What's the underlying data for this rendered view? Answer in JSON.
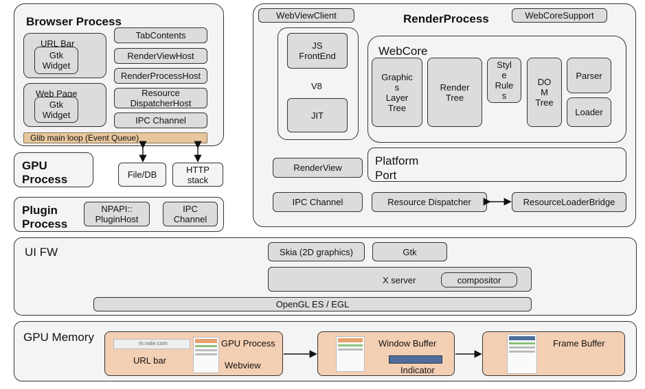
{
  "browser": {
    "title": "Browser Process",
    "url_bar": "URL Bar",
    "url_gtk": "Gtk\nWidget",
    "web_page": "Web Page",
    "web_gtk": "Gtk\nWidget",
    "tab_contents": "TabContents",
    "render_view_host": "RenderViewHost",
    "render_process_host": "RenderProcessHost",
    "resource_dispatcher_host": "Resource\nDispatcherHost",
    "ipc_channel": "IPC Channel",
    "glib_loop": "Glib main loop (Event Queue)"
  },
  "gpu_process": {
    "title": "GPU\nProcess"
  },
  "plugin": {
    "title": "Plugin\nProcess",
    "npapi": "NPAPI::\nPluginHost",
    "ipc": "IPC\nChannel"
  },
  "io": {
    "file_db": "File/DB",
    "http": "HTTP\nstack"
  },
  "render": {
    "title": "RenderProcess",
    "webview_client": "WebViewClient",
    "webcore_support": "WebCoreSupport",
    "js_frontend": "JS\nFrontEnd",
    "v8": "V8",
    "jit": "JIT",
    "webcore": "WebCore",
    "graphics_layer_tree": "Graphic\ns\nLayer\nTree",
    "render_tree": "Render\nTree",
    "style_rules": "Styl\ne\nRule\ns",
    "dom_tree": "DO\nM\nTree",
    "parser": "Parser",
    "loader": "Loader",
    "render_view": "RenderView",
    "platform_port": "Platform\nPort",
    "ipc_channel": "IPC Channel",
    "resource_dispatcher": "Resource Dispatcher",
    "resource_loader_bridge": "ResourceLoaderBridge"
  },
  "uifw": {
    "title": "UI FW",
    "skia": "Skia (2D graphics)",
    "gtk": "Gtk",
    "xserver": "X server",
    "compositor": "compositor",
    "opengl": "OpenGL ES / EGL"
  },
  "gpumem": {
    "title": "GPU Memory",
    "url_bar": "URL bar",
    "gpu_process": "GPU Process",
    "webview": "Webview",
    "window_buffer": "Window Buffer",
    "indicator": "Indicator",
    "frame_buffer": "Frame Buffer",
    "url_text": "m.nate.com"
  },
  "colors": {
    "peach": "#f3cfb4",
    "tan": "#e7c79d",
    "box_gray": "#dcdcdc",
    "panel": "#f4f4f4"
  }
}
